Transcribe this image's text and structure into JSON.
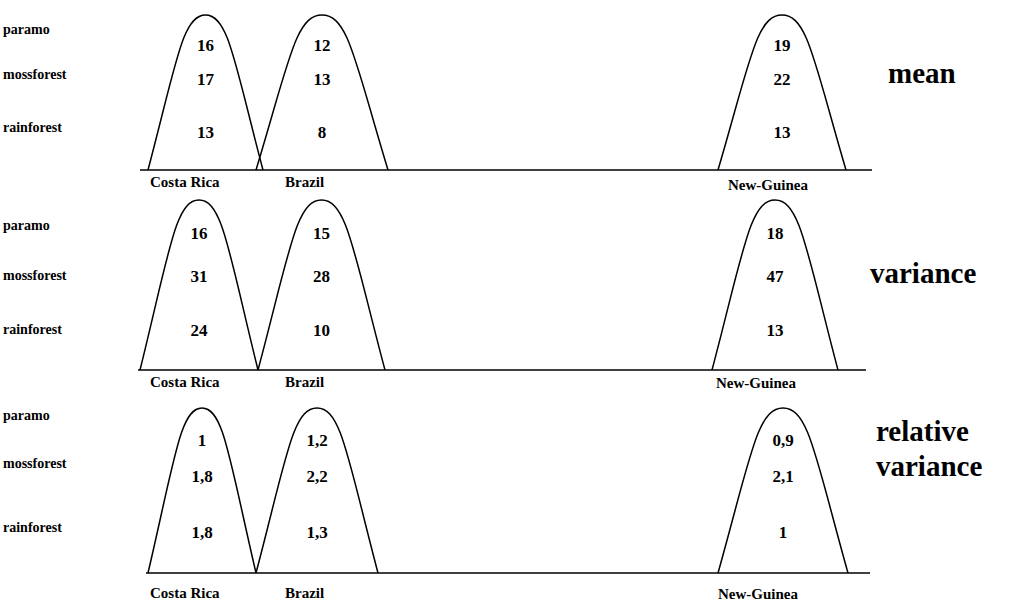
{
  "diagram": {
    "nodes": [
      {
        "text": [
          "16",
          "17",
          "13"
        ]
      },
      {
        "text": [
          "12",
          "13",
          "8"
        ]
      },
      {
        "text": [
          "19",
          "22",
          "13"
        ]
      },
      {
        "text": [
          "16",
          "31",
          "24"
        ]
      },
      {
        "text": [
          "15",
          "28",
          "10"
        ]
      },
      {
        "text": [
          "18",
          "47",
          "13"
        ]
      },
      {
        "text": [
          "1",
          "1,8",
          "1,8"
        ]
      },
      {
        "text": [
          "1,2",
          "2,2",
          "1,3"
        ]
      },
      {
        "text": [
          "0,9",
          "2,1",
          "1"
        ]
      }
    ],
    "labels": [
      "paramo",
      "mossforest",
      "rainforest",
      "mean",
      "Costa Rica",
      "Brazil",
      "New-Guinea",
      "paramo",
      "mossforest",
      "rainforest",
      "variance",
      "Costa Rica",
      "Brazil",
      "New-Guinea",
      "paramo",
      "mossforest",
      "rainforest",
      "relative variance",
      "Costa Rica",
      "Brazil",
      "New-Guinea"
    ]
  }
}
